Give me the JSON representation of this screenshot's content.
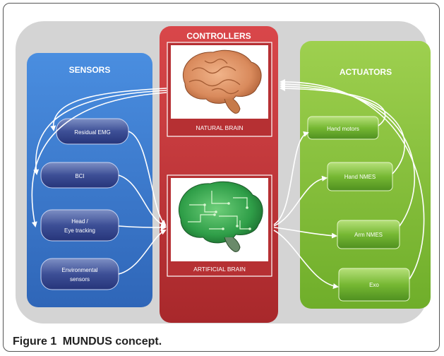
{
  "caption": {
    "label": "Figure 1",
    "text": "MUNDUS concept."
  },
  "columns": {
    "sensors": {
      "title": "SENSORS",
      "color": "#3f7fd0"
    },
    "controllers": {
      "title": "CONTROLLERS",
      "color": "#c0393b"
    },
    "actuators": {
      "title": "ACTUATORS",
      "color": "#8cc63f"
    }
  },
  "sensors": [
    {
      "lines": [
        "Residual EMG"
      ]
    },
    {
      "lines": [
        "BCI"
      ]
    },
    {
      "lines": [
        "Head /",
        "Eye tracking"
      ]
    },
    {
      "lines": [
        "Environmental",
        "sensors"
      ]
    }
  ],
  "controllers": [
    {
      "label": "NATURAL BRAIN",
      "icon": "natural-brain-icon"
    },
    {
      "label": "ARTIFICIAL BRAIN",
      "icon": "circuit-brain-icon"
    }
  ],
  "actuators": [
    {
      "label": "Hand motors"
    },
    {
      "label": "Hand NMES"
    },
    {
      "label": "Arm NMES"
    },
    {
      "label": "Exo"
    }
  ]
}
